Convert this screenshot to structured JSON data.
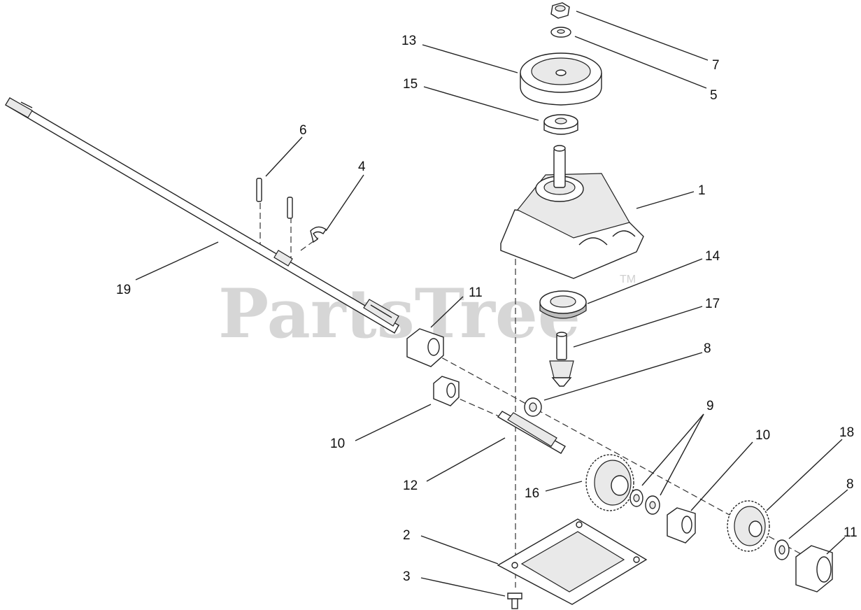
{
  "watermark": {
    "text": "PartsTree",
    "tm": "TM"
  },
  "callouts": [
    {
      "id": "p1",
      "label": "1"
    },
    {
      "id": "p2",
      "label": "2"
    },
    {
      "id": "p3",
      "label": "3"
    },
    {
      "id": "p4",
      "label": "4"
    },
    {
      "id": "p5",
      "label": "5"
    },
    {
      "id": "p6",
      "label": "6"
    },
    {
      "id": "p7",
      "label": "7"
    },
    {
      "id": "p8a",
      "label": "8"
    },
    {
      "id": "p8b",
      "label": "8"
    },
    {
      "id": "p9",
      "label": "9"
    },
    {
      "id": "p10a",
      "label": "10"
    },
    {
      "id": "p10b",
      "label": "10"
    },
    {
      "id": "p11a",
      "label": "11"
    },
    {
      "id": "p11b",
      "label": "11"
    },
    {
      "id": "p12",
      "label": "12"
    },
    {
      "id": "p13",
      "label": "13"
    },
    {
      "id": "p14",
      "label": "14"
    },
    {
      "id": "p15",
      "label": "15"
    },
    {
      "id": "p16",
      "label": "16"
    },
    {
      "id": "p17",
      "label": "17"
    },
    {
      "id": "p18",
      "label": "18"
    },
    {
      "id": "p19",
      "label": "19"
    }
  ]
}
